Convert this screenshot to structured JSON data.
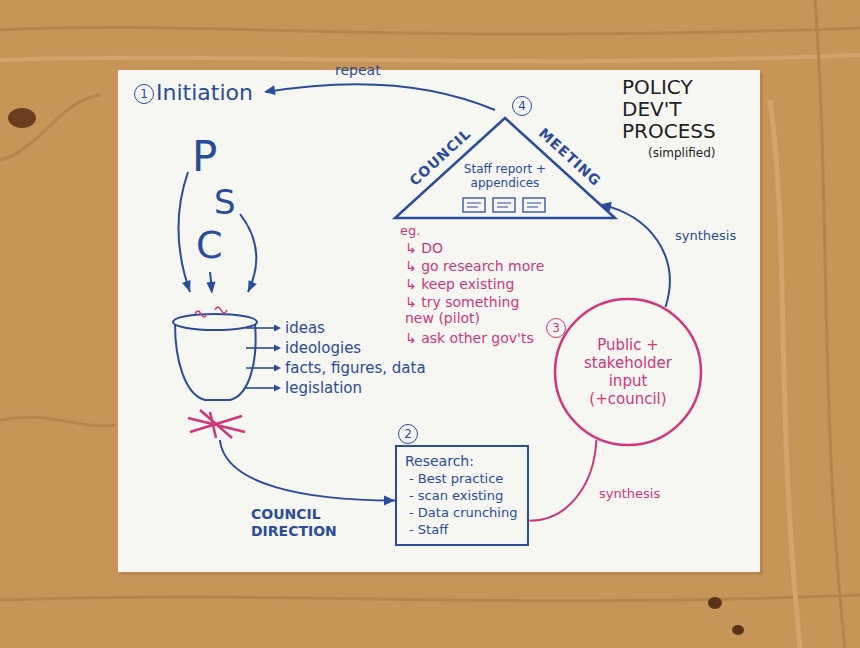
{
  "diagram": {
    "title": "POLICY DEV'T PROCESS",
    "nodes": [
      {
        "text": [
          "ideas",
          "ideologies",
          "facts, figures, data",
          "legislation"
        ]
      },
      {
        "text": [
          "Research:",
          "- Best practice",
          "- scan existing",
          "- Data crunching",
          "- Staff"
        ]
      },
      {
        "text": [
          "Public + stakeholder input",
          "(+council)"
        ]
      },
      {
        "text": [
          "COUNCIL",
          "MEETING",
          "Staff report + appendices"
        ]
      }
    ],
    "edges": [
      {
        "from": 0,
        "to": 1,
        "label": "COUNCIL DIRECTION",
        "arrow": "to"
      },
      {
        "from": 1,
        "to": 2,
        "label": "synthesis",
        "arrow": "none"
      },
      {
        "from": 2,
        "to": 3,
        "label": "synthesis",
        "arrow": "to"
      }
    ],
    "labels": [
      "(simplified)",
      "1",
      "Initiation",
      "repeat",
      "P",
      "S",
      "C",
      "4",
      "eg.",
      "↳ DO",
      "↳ go research more",
      "↳ keep existing",
      "↳ try something new (pilot)",
      "↳ ask other gov'ts",
      "2",
      "3"
    ]
  }
}
